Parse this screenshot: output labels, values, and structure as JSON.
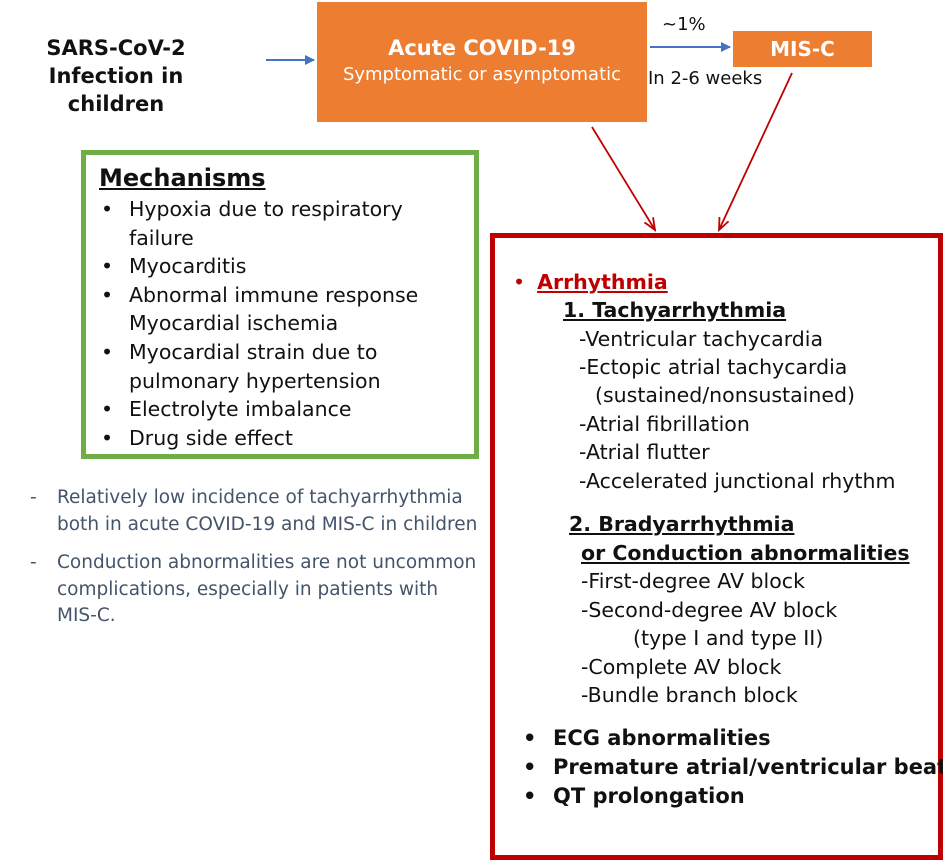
{
  "colors": {
    "orange": "#ed7d31",
    "green": "#70ad47",
    "red": "#c00000",
    "arrow_blue": "#4472c4",
    "arrow_red": "#c00000",
    "note_text": "#44546a"
  },
  "infection": {
    "line1": "SARS-CoV-2",
    "line2": "Infection in children"
  },
  "acute": {
    "title": "Acute COVID-19",
    "subtitle": "Symptomatic or asymptomatic"
  },
  "misc": {
    "label": "MIS-C",
    "percent": "~1%",
    "timing": "In 2-6 weeks"
  },
  "mechanisms": {
    "title": "Mechanisms",
    "items": [
      "Hypoxia due to respiratory failure",
      "Myocarditis",
      "Abnormal immune response Myocardial ischemia",
      "Myocardial strain due to pulmonary hypertension",
      "Electrolyte imbalance",
      "Drug side effect"
    ]
  },
  "notes": [
    {
      "dash": "-",
      "text": "Relatively low incidence of tachyarrhythmia both in acute COVID-19 and MIS-C in children"
    },
    {
      "dash": "-",
      "text": "Conduction abnormalities are not uncommon complications, especially in patients with MIS-C."
    }
  ],
  "arrhythmia": {
    "bullet": "•",
    "title": "Arrhythmia",
    "tachy": {
      "heading": "1. Tachyarrhythmia",
      "items": [
        "-Ventricular tachycardia",
        "-Ectopic atrial tachycardia",
        "(sustained/nonsustained)",
        "-Atrial fibrillation",
        "-Atrial flutter",
        "-Accelerated junctional rhythm"
      ]
    },
    "brady": {
      "heading1": "2. Bradyarrhythmia",
      "heading2": "or Conduction abnormalities",
      "items": [
        "-First-degree AV block",
        "-Second-degree AV block",
        "(type I and type II)",
        "-Complete AV block",
        "-Bundle branch block"
      ]
    },
    "others": [
      "ECG abnormalities",
      "Premature atrial/ventricular beats",
      "QT prolongation"
    ]
  }
}
